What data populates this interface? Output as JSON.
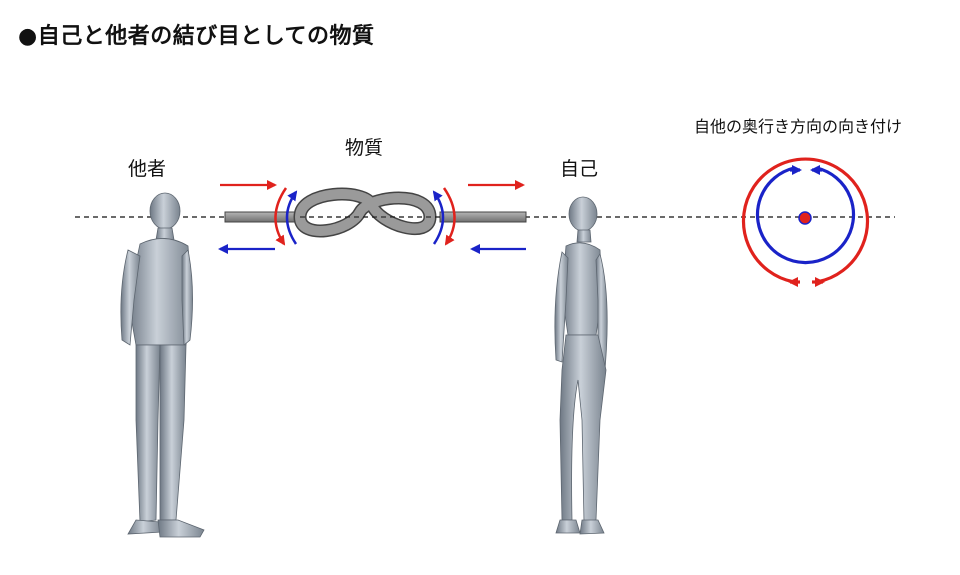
{
  "title": "●自己と他者の結び目としての物質",
  "labels": {
    "other": "他者",
    "matter": "物質",
    "self": "自己",
    "orientation": "自他の奥行き方向の向き付け"
  },
  "colors": {
    "red_arrow": "#e0221d",
    "blue_arrow": "#1a23c8",
    "figure": "#9aa3ad",
    "knot": "#8a8a8a"
  },
  "icons": [
    "male-figure-icon",
    "female-figure-icon",
    "knot-icon",
    "rotation-circle-icon"
  ]
}
